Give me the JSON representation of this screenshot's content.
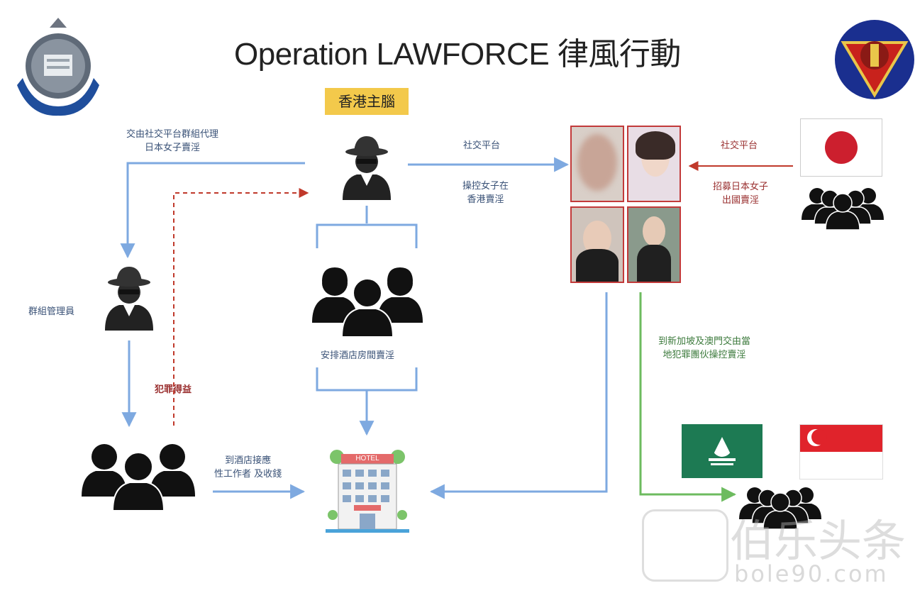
{
  "title": "Operation LAWFORCE 律風行動",
  "hk_mastermind_label": "香港主腦",
  "labels": {
    "delegate_group_line1": "交由社交平台群組代理",
    "delegate_group_line2": "日本女子賣淫",
    "social_platform_top": "社交平台",
    "control_women_line1": "操控女子在",
    "control_women_line2": "香港賣淫",
    "social_platform_right": "社交平台",
    "recruit_line1": "招募日本女子",
    "recruit_line2": "出國賣淫",
    "group_admin": "群組管理員",
    "crime_proceeds": "犯罪得益",
    "arrange_hotel": "安排酒店房間賣淫",
    "hotel_line1": "到酒店接應",
    "hotel_line2": "性工作者 及收錢",
    "overseas_line1": "到新加坡及澳門交由當",
    "overseas_line2": "地犯罪團伙操控賣淫"
  },
  "hotel_sign": "HOTEL",
  "watermark": {
    "brand": "伯乐头条",
    "domain": "bole90.com"
  },
  "colors": {
    "arrow_blue": "#7ea9e0",
    "arrow_red": "#c0392b",
    "arrow_green": "#6dbb5f",
    "label_box": "#f3c94b",
    "japan_red": "#cc1f2e",
    "macau_green": "#1d7a53",
    "singapore_red": "#e0232b"
  },
  "icons": [
    "police-badge-icon",
    "customs-emblem-icon",
    "spy-icon",
    "crowd-icon",
    "hotel-icon",
    "japan-flag-icon",
    "macau-flag-icon",
    "singapore-flag-icon"
  ]
}
